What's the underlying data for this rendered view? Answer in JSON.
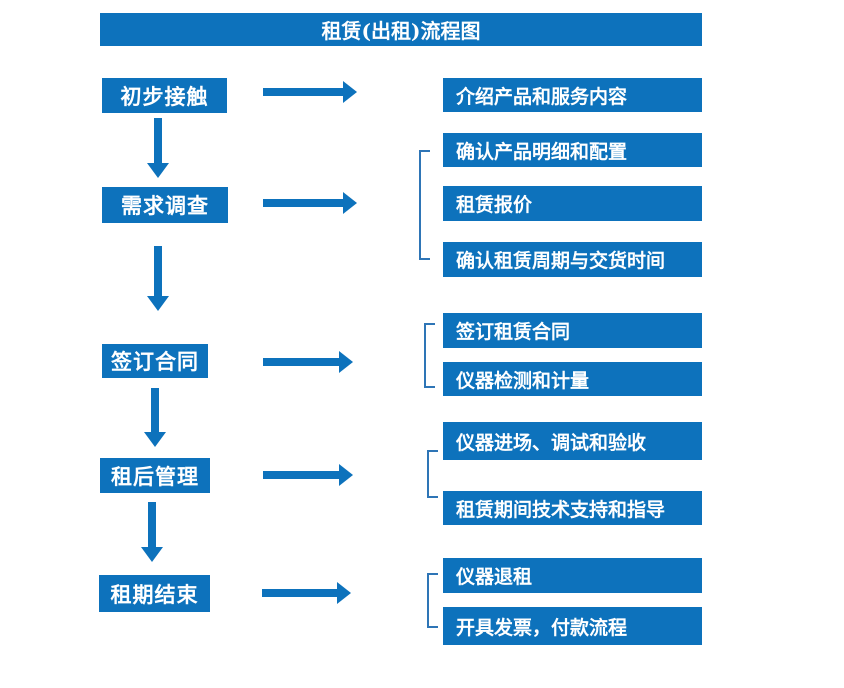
{
  "title": "租赁(出租)流程图",
  "steps": [
    {
      "label": "初步接触",
      "outputs": [
        "介绍产品和服务内容"
      ]
    },
    {
      "label": "需求调查",
      "outputs": [
        "确认产品明细和配置",
        "租赁报价",
        "确认租赁周期与交货时间"
      ]
    },
    {
      "label": "签订合同",
      "outputs": [
        "签订租赁合同",
        "仪器检测和计量"
      ]
    },
    {
      "label": "租后管理",
      "outputs": [
        "仪器进场、调试和验收",
        "租赁期间技术支持和指导"
      ]
    },
    {
      "label": "租期结束",
      "outputs": [
        "仪器退租",
        "开具发票，付款流程"
      ]
    }
  ],
  "colors": {
    "primary_blue": "#0d72bc",
    "bracket_blue": "#2e75b6",
    "text": "#ffffff",
    "background": "#ffffff"
  }
}
